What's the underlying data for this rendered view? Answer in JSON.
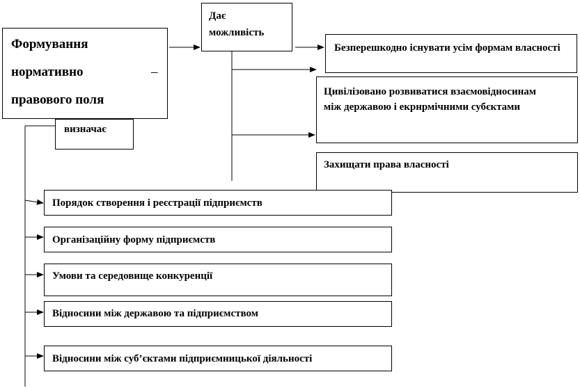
{
  "main_box": {
    "line1": "Формування",
    "line2": "нормативно",
    "dash": "–",
    "line3": "правового поля"
  },
  "determines_label": "визначає",
  "enables_label": "Дає можливість",
  "opportunities": [
    "Безперешкодно існувати усім формам власності",
    "Цивілізовано розвиватися взаємовідносинам між державою і екрнрмічними субєктами",
    "Захищати права власності"
  ],
  "determines_items": [
    "Порядок створення і реєстрації підприємств",
    "Організаційну форму підприємств",
    "Умови та середовище конкуренції",
    "Відносини між державою та підприємством",
    "Відносини між суб’єктами підприємницької діяльності"
  ]
}
